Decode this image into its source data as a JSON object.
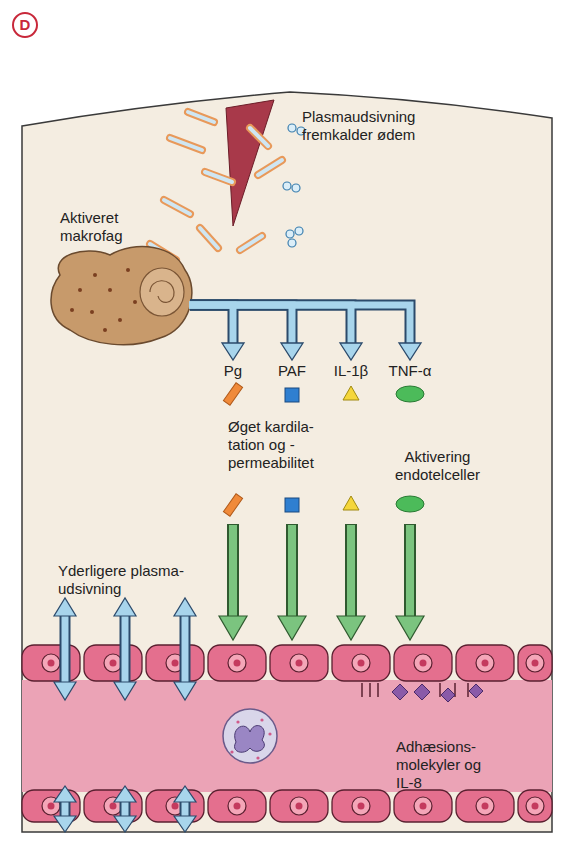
{
  "diagram": {
    "nodes": [
      {
        "text": [
          "Aktiveret makrofag"
        ]
      },
      {
        "text": [
          "Pg"
        ]
      },
      {
        "text": [
          "PAF"
        ]
      },
      {
        "text": [
          "IL-1β"
        ]
      },
      {
        "text": [
          "TNF-α"
        ]
      },
      {
        "text": [
          "Adhæsions- molekyler og IL-8"
        ]
      }
    ],
    "edges": [
      {
        "from": 0,
        "to": 1,
        "arrow": "to"
      },
      {
        "from": 0,
        "to": 2,
        "arrow": "to"
      },
      {
        "from": 0,
        "to": 3,
        "arrow": "to"
      },
      {
        "from": 0,
        "to": 4,
        "arrow": "to"
      }
    ],
    "labels": [
      "D",
      "Plasmaudsivning fremkalder ødem",
      "Øget kardila- tation og -permeabilitet",
      "Aktivering endotelceller",
      "Yderligere plasma- udsivning"
    ]
  }
}
